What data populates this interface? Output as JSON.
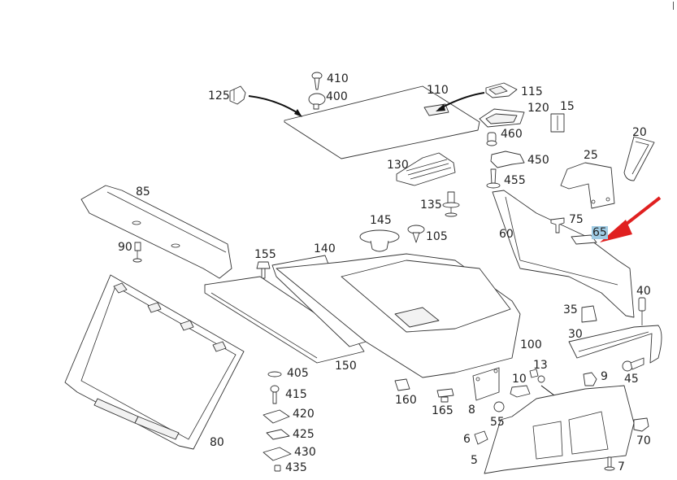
{
  "diagram": {
    "type": "exploded-parts-diagram",
    "subject": "Vehicle trunk / luggage compartment trim assembly",
    "highlighted_part": "65",
    "callout_arrow_color": "#e02020",
    "highlight_color": "#9fcbe4",
    "labels": [
      {
        "id": "125",
        "text": "125"
      },
      {
        "id": "410",
        "text": "410"
      },
      {
        "id": "400",
        "text": "400"
      },
      {
        "id": "110",
        "text": "110"
      },
      {
        "id": "115",
        "text": "115"
      },
      {
        "id": "120",
        "text": "120"
      },
      {
        "id": "15",
        "text": "15"
      },
      {
        "id": "460",
        "text": "460"
      },
      {
        "id": "450",
        "text": "450"
      },
      {
        "id": "455",
        "text": "455"
      },
      {
        "id": "20",
        "text": "20"
      },
      {
        "id": "25",
        "text": "25"
      },
      {
        "id": "130",
        "text": "130"
      },
      {
        "id": "135",
        "text": "135"
      },
      {
        "id": "85",
        "text": "85"
      },
      {
        "id": "145",
        "text": "145"
      },
      {
        "id": "105",
        "text": "105"
      },
      {
        "id": "75",
        "text": "75"
      },
      {
        "id": "65",
        "text": "65"
      },
      {
        "id": "60",
        "text": "60"
      },
      {
        "id": "90",
        "text": "90"
      },
      {
        "id": "155",
        "text": "155"
      },
      {
        "id": "140",
        "text": "140"
      },
      {
        "id": "40",
        "text": "40"
      },
      {
        "id": "35",
        "text": "35"
      },
      {
        "id": "30",
        "text": "30"
      },
      {
        "id": "100",
        "text": "100"
      },
      {
        "id": "150",
        "text": "150"
      },
      {
        "id": "13",
        "text": "13"
      },
      {
        "id": "9",
        "text": "9"
      },
      {
        "id": "45",
        "text": "45"
      },
      {
        "id": "405",
        "text": "405"
      },
      {
        "id": "10",
        "text": "10"
      },
      {
        "id": "415",
        "text": "415"
      },
      {
        "id": "160",
        "text": "160"
      },
      {
        "id": "420",
        "text": "420"
      },
      {
        "id": "165",
        "text": "165"
      },
      {
        "id": "8",
        "text": "8"
      },
      {
        "id": "55",
        "text": "55"
      },
      {
        "id": "80",
        "text": "80"
      },
      {
        "id": "425",
        "text": "425"
      },
      {
        "id": "6",
        "text": "6"
      },
      {
        "id": "70",
        "text": "70"
      },
      {
        "id": "430",
        "text": "430"
      },
      {
        "id": "5",
        "text": "5"
      },
      {
        "id": "435",
        "text": "435"
      },
      {
        "id": "7",
        "text": "7"
      }
    ]
  }
}
